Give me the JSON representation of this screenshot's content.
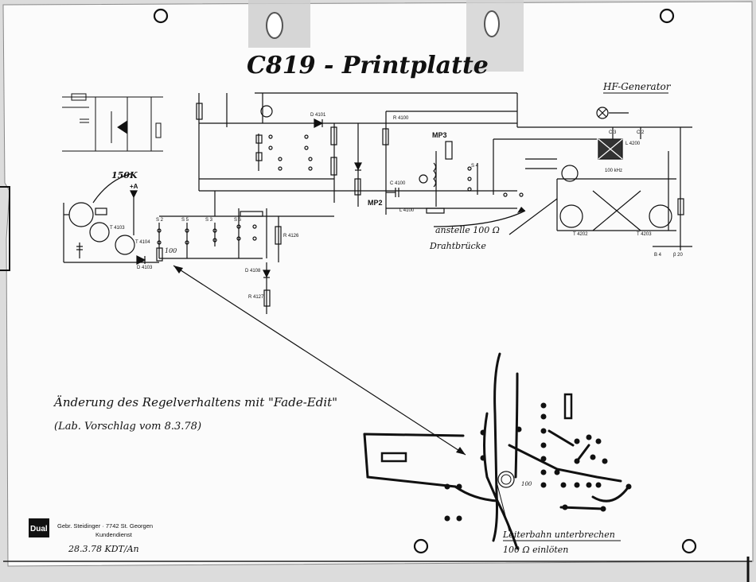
{
  "document": {
    "title": "C819 - Printplatte",
    "hf_generator_label": "HF-Generator",
    "resistor_150k_label": "150K",
    "change_note_line1": "anstelle 100 Ω",
    "change_note_line2": "Drahtbrücke",
    "regulation_note_line1": "Änderung des Regelverhaltens mit \"Fade-Edit\"",
    "regulation_note_line2": "(Lab. Vorschlag vom 8.3.78)",
    "trace_note_line1": "Leiterbahn unterbrechen",
    "trace_note_line2": "100 Ω einlöten",
    "resistor_100_label": "100",
    "board_100_label": "100"
  },
  "footer": {
    "logo_text": "Dual",
    "company_line1": "Gebr. Steidinger · 7742 St. Georgen",
    "company_line2": "Kundendienst",
    "date_signature": "28.3.78   KDT/An"
  },
  "schematic_labels": {
    "mp3": "MP3",
    "mp2": "MP2",
    "s2": "S 2",
    "s3": "S 3",
    "s4": "S 4",
    "s5": "S 5",
    "s6": "S 6",
    "b4": "B 4",
    "b20": "β 20",
    "r4100": "R 4100",
    "r4126": "R 4126",
    "r4127": "R 4127",
    "d4101": "D 4101",
    "d4103": "D 4103",
    "d4108": "D 4108",
    "t4103": "T 4103",
    "t4104": "T 4104",
    "c4100": "C 4100",
    "l4100": "L 4100",
    "l4200": "L 4200",
    "freq": "100 kHz",
    "plus_a": "+A",
    "t4202": "T 4202",
    "t4203": "T 4203",
    "c3": "C 3",
    "c2": "C 2"
  }
}
